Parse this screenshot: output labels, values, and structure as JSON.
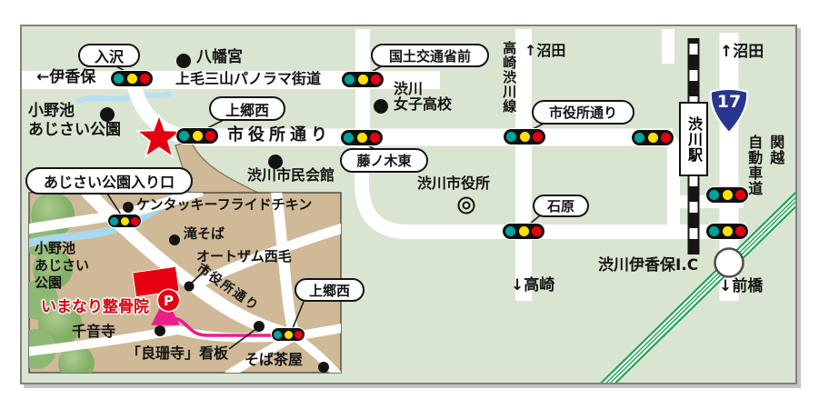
{
  "colors": {
    "map_background": "#d9e5d1",
    "inset_background": "#cfb997",
    "road_white": "#ffffff",
    "signal_teal": "#00a39b",
    "signal_yellow": "#ffe100",
    "signal_red": "#e60012",
    "route_pink": "#ea1e8c",
    "expressway_green": "#12a24b",
    "river_blue": "#a8d8ee",
    "star_red": "#e60012",
    "clinic_red": "#d7000f",
    "route17_shield_blue": "#28368f"
  },
  "icons": {
    "traffic_light": "black bar with teal/yellow/red circles",
    "location_star": "red star with white outline",
    "poi_dot": "black filled circle",
    "city_hall_mark": "double circle ◎",
    "parking": "red circle with white P",
    "route17_shield": "blue national-route triangle shield",
    "railway": "black line with white dashes",
    "interchange_circle": "white circle on expressway",
    "expressway": "double green parallel lines"
  },
  "main_map": {
    "ovals": [
      {
        "label": "入沢"
      },
      {
        "label": "国土交通省前"
      },
      {
        "label": "上郷西"
      },
      {
        "label": "市役所通り"
      },
      {
        "label": "藤ノ木東"
      },
      {
        "label": "石原"
      },
      {
        "label": "あじさい公園入り口"
      }
    ],
    "labels": {
      "ikaho": "←伊香保",
      "hachimangu": "八幡宮",
      "panorama_kaido": "上毛三山パノラマ街道",
      "onoike_line1": "小野池",
      "onoike_line2": "あじさい公園",
      "shiyakusho_dori_road": "市役所通り",
      "joshikoko_line1": "渋川",
      "joshikoko_line2": "女子高校",
      "takasaki_shibukawa_line": "高崎渋川線",
      "numata_up_left": "↑沼田",
      "numata_up_right": "↑沼田",
      "shimin_kaikan": "渋川市民会館",
      "shibukawa_shiyakusho": "渋川市役所",
      "station": "渋川駅",
      "route17_number": "17",
      "kanetsu_right": "関越",
      "kanetsu_left": "自動車道",
      "takasaki_down": "↓高崎",
      "interchange": "渋川伊香保I.C",
      "maebashi_down": "↓前橋"
    }
  },
  "inset_map": {
    "ovals": [
      {
        "label": "上郷西"
      }
    ],
    "labels": {
      "kfc": "ケンタッキーフライドチキン",
      "taki_soba": "滝そば",
      "autozam_seimo": "オートザム西毛",
      "shiyakusho_dori": "市役所通り",
      "onoike_line1": "小野池",
      "onoike_line2": "あじさい",
      "onoike_line3": "公園",
      "clinic": "いまなり整骨院",
      "parking": "P",
      "sennonji": "千音寺",
      "ryosanji_signboard": "「良珊寺」看板",
      "soba_chaya": "そば茶屋"
    }
  }
}
